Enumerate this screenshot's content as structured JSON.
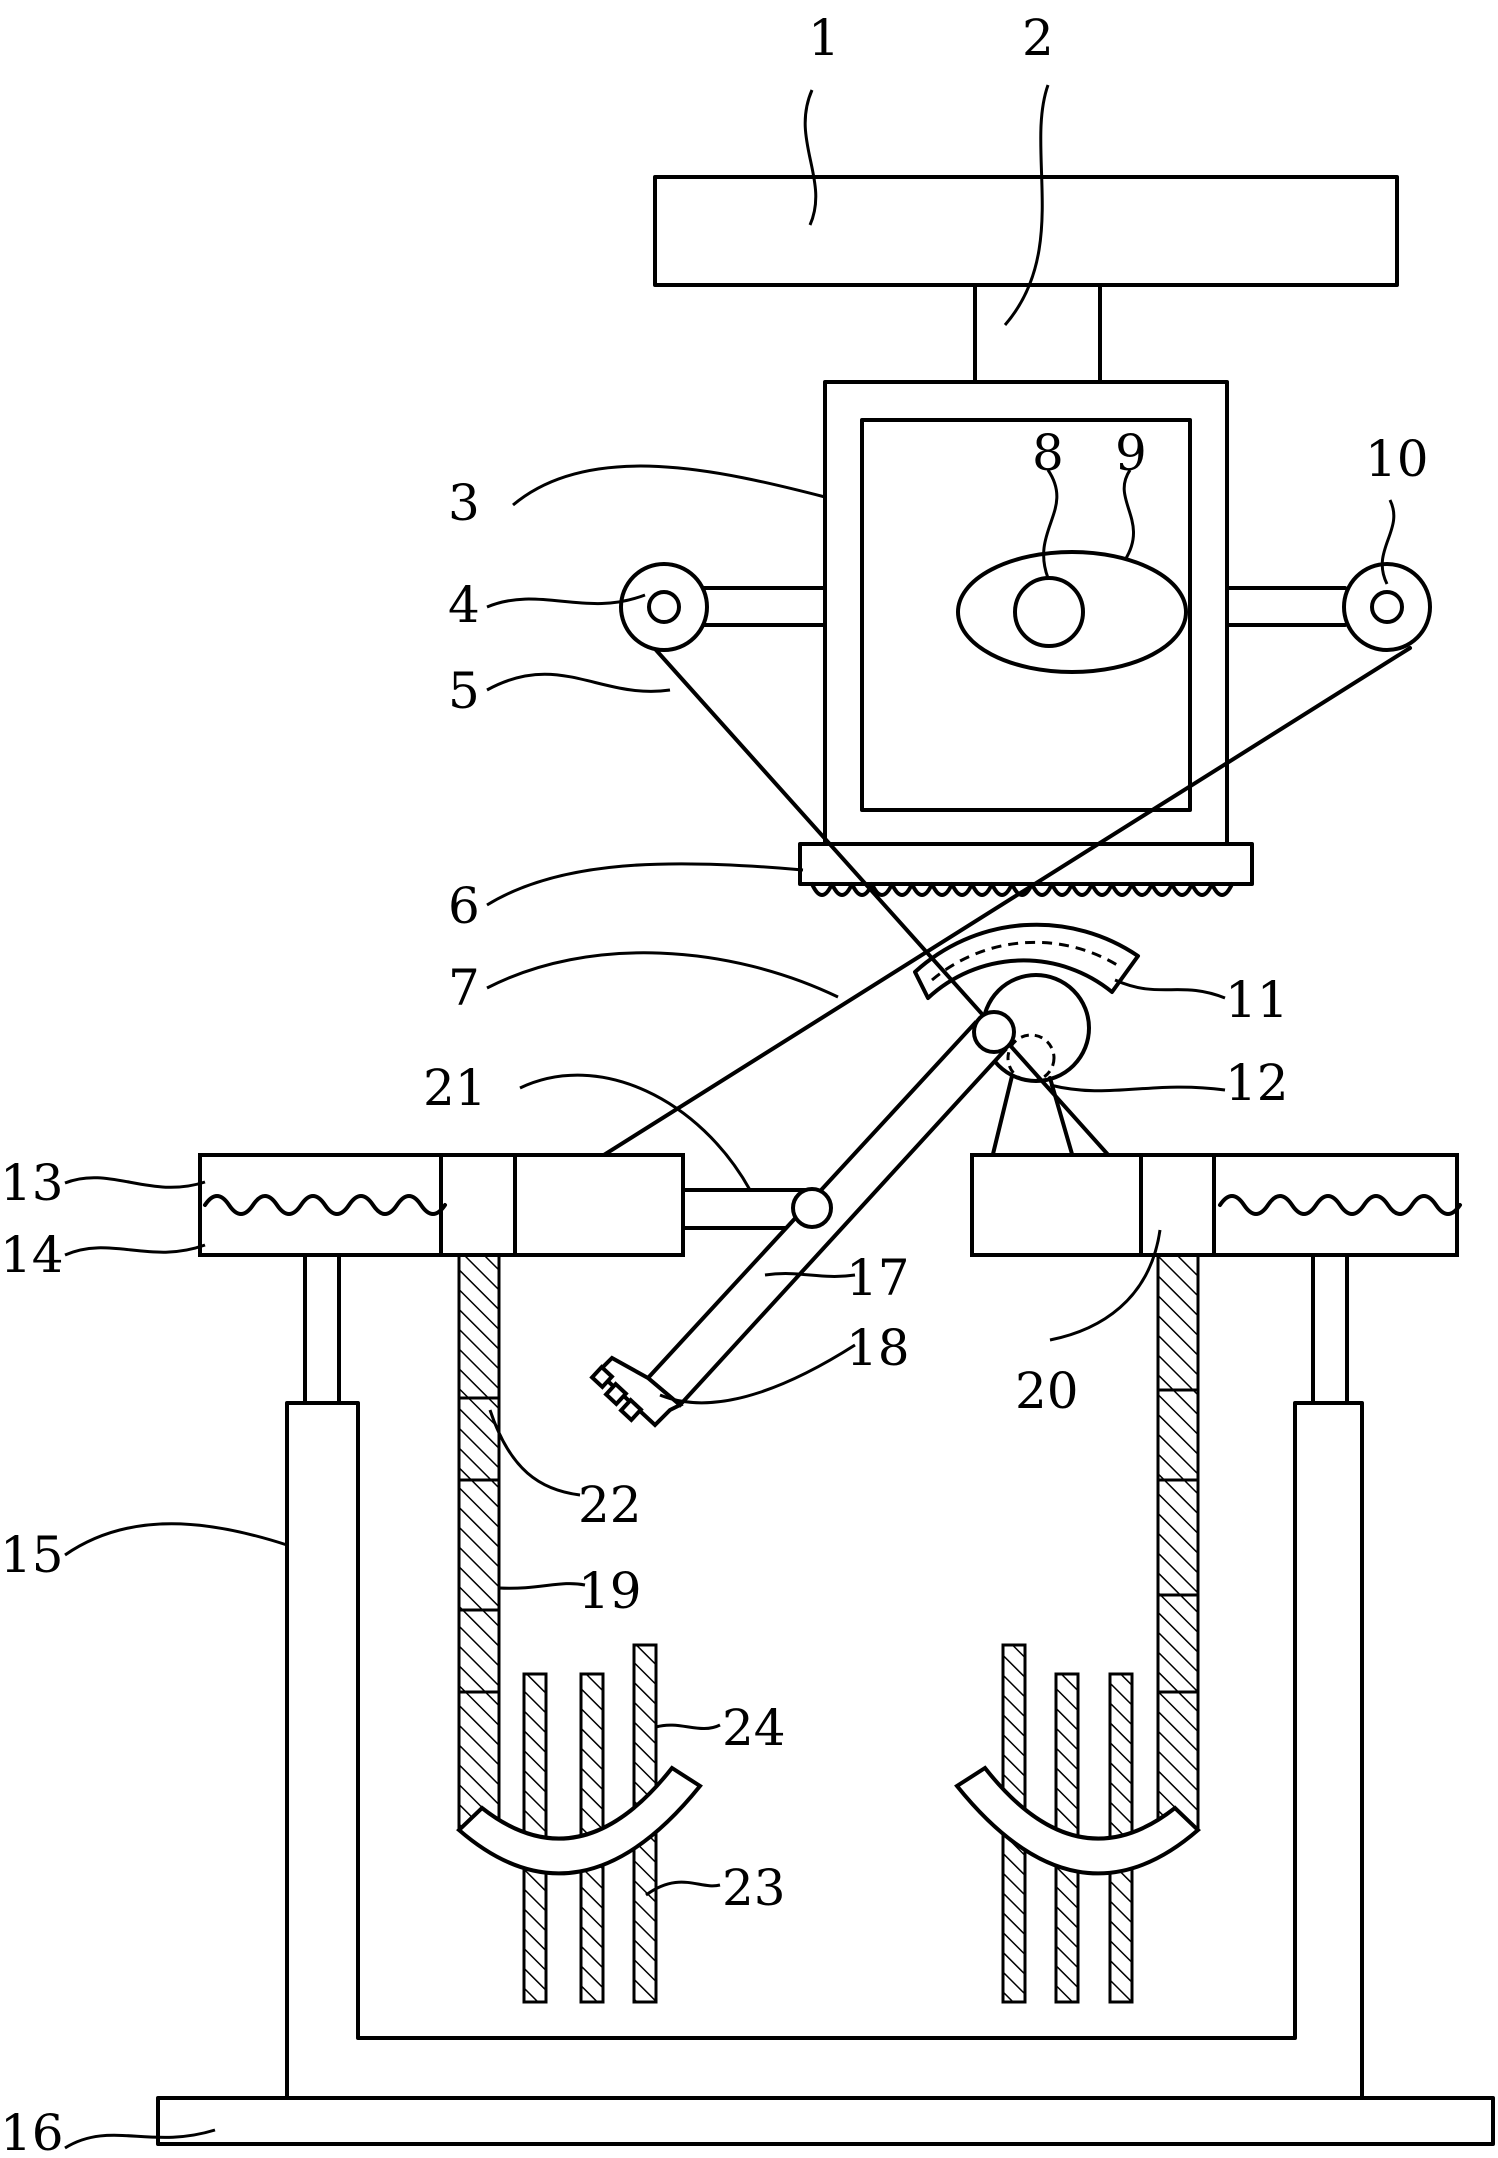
{
  "labels": [
    {
      "id": "1",
      "text": "1"
    },
    {
      "id": "2",
      "text": "2"
    },
    {
      "id": "3",
      "text": "3"
    },
    {
      "id": "4",
      "text": "4"
    },
    {
      "id": "5",
      "text": "5"
    },
    {
      "id": "6",
      "text": "6"
    },
    {
      "id": "7",
      "text": "7"
    },
    {
      "id": "8",
      "text": "8"
    },
    {
      "id": "9",
      "text": "9"
    },
    {
      "id": "10",
      "text": "10"
    },
    {
      "id": "11",
      "text": "11"
    },
    {
      "id": "12",
      "text": "12"
    },
    {
      "id": "13",
      "text": "13"
    },
    {
      "id": "14",
      "text": "14"
    },
    {
      "id": "15",
      "text": "15"
    },
    {
      "id": "16",
      "text": "16"
    },
    {
      "id": "17",
      "text": "17"
    },
    {
      "id": "18",
      "text": "18"
    },
    {
      "id": "19",
      "text": "19"
    },
    {
      "id": "20",
      "text": "20"
    },
    {
      "id": "21",
      "text": "21"
    },
    {
      "id": "22",
      "text": "22"
    },
    {
      "id": "23",
      "text": "23"
    },
    {
      "id": "24",
      "text": "24"
    }
  ]
}
